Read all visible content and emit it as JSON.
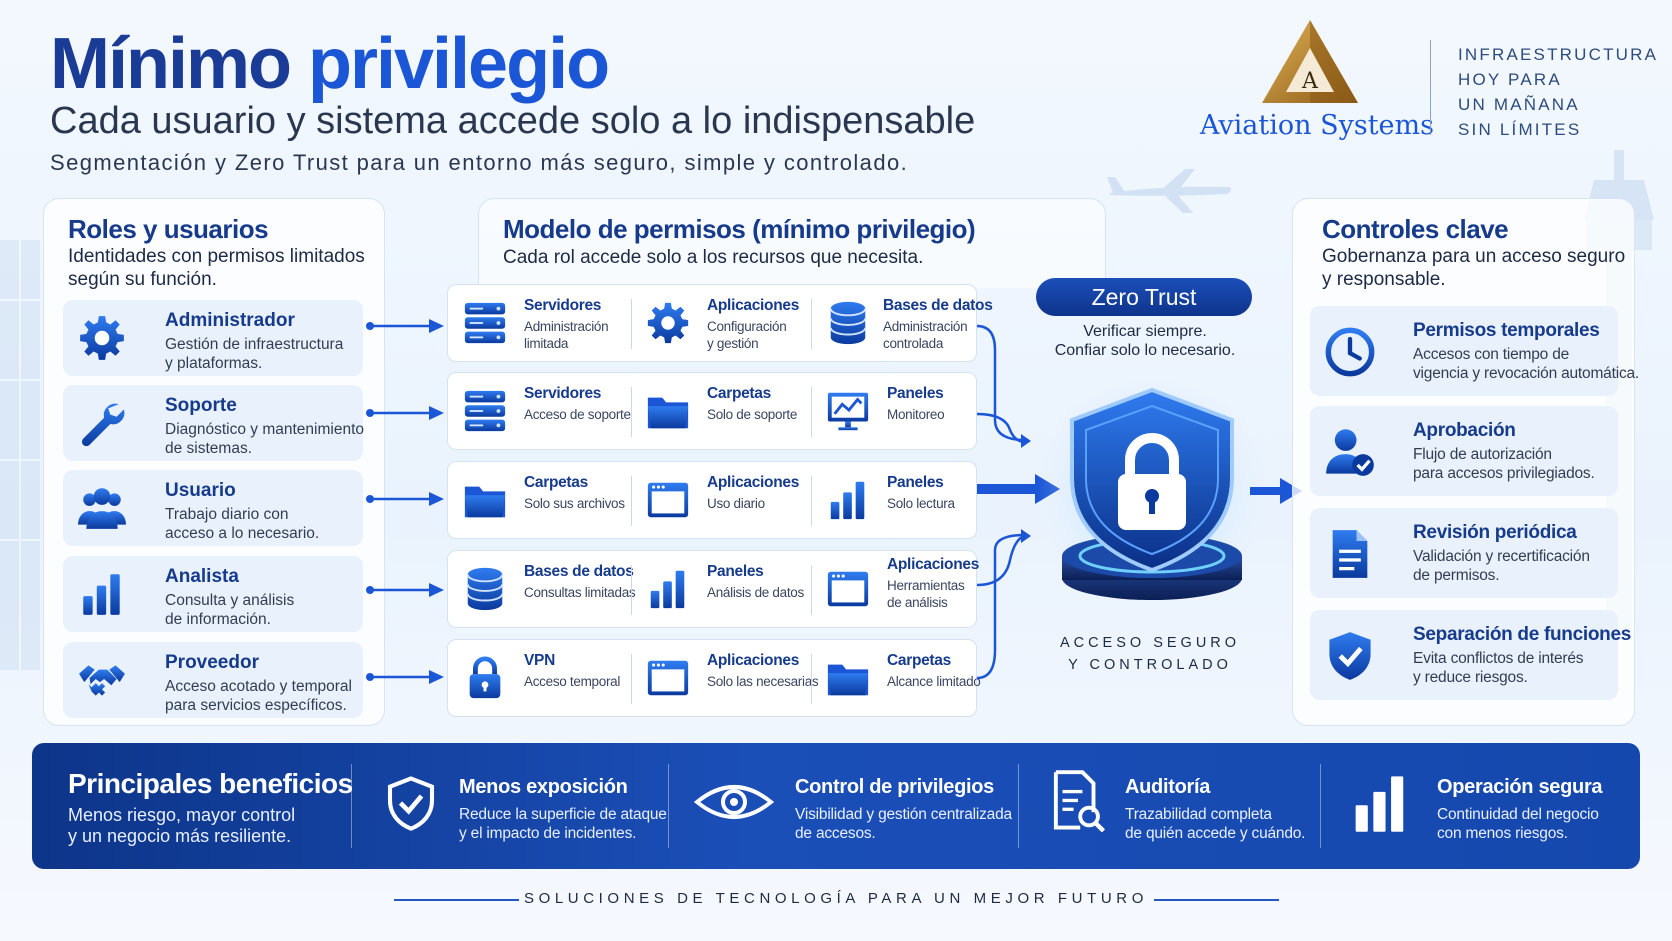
{
  "header": {
    "title_part1": "Mínimo",
    "title_part2": "privilegio",
    "subtitle": "Cada usuario y sistema accede solo a lo indispensable",
    "tagline": "Segmentación y Zero Trust para un entorno más seguro, simple y controlado."
  },
  "brand": {
    "logo_letter": "A",
    "name": "Aviation Systems",
    "tagline_lines": [
      "INFRAESTRUCTURA",
      "HOY PARA",
      "UN MAÑANA",
      "SIN LÍMITES"
    ]
  },
  "roles": {
    "title": "Roles y usuarios",
    "subtitle": "Identidades con permisos limitados según su función.",
    "items": [
      {
        "icon": "gear-icon",
        "name": "Administrador",
        "desc1": "Gestión de infraestructura",
        "desc2": "y plataformas."
      },
      {
        "icon": "wrench-icon",
        "name": "Soporte",
        "desc1": "Diagnóstico y mantenimiento",
        "desc2": "de sistemas."
      },
      {
        "icon": "users-icon",
        "name": "Usuario",
        "desc1": "Trabajo diario con",
        "desc2": "acceso a lo necesario."
      },
      {
        "icon": "bar-chart-icon",
        "name": "Analista",
        "desc1": "Consulta y análisis",
        "desc2": "de información."
      },
      {
        "icon": "handshake-icon",
        "name": "Proveedor",
        "desc1": "Acceso acotado y temporal",
        "desc2": "para servicios específicos."
      }
    ]
  },
  "permissions": {
    "title": "Modelo de permisos (mínimo privilegio)",
    "subtitle": "Cada rol accede solo a los recursos que necesita.",
    "rows": [
      [
        {
          "icon": "server-icon",
          "title": "Servidores",
          "desc1": "Administración",
          "desc2": "limitada"
        },
        {
          "icon": "gear-icon",
          "title": "Aplicaciones",
          "desc1": "Configuración",
          "desc2": "y gestión"
        },
        {
          "icon": "database-icon",
          "title": "Bases de datos",
          "desc1": "Administración",
          "desc2": "controlada"
        }
      ],
      [
        {
          "icon": "server-icon",
          "title": "Servidores",
          "desc1": "Acceso de soporte",
          "desc2": ""
        },
        {
          "icon": "folder-icon",
          "title": "Carpetas",
          "desc1": "Solo de soporte",
          "desc2": ""
        },
        {
          "icon": "monitor-icon",
          "title": "Paneles",
          "desc1": "Monitoreo",
          "desc2": ""
        }
      ],
      [
        {
          "icon": "folder-icon",
          "title": "Carpetas",
          "desc1": "Solo sus archivos",
          "desc2": ""
        },
        {
          "icon": "app-window-icon",
          "title": "Aplicaciones",
          "desc1": "Uso diario",
          "desc2": ""
        },
        {
          "icon": "bar-chart-icon",
          "title": "Paneles",
          "desc1": "Solo lectura",
          "desc2": ""
        }
      ],
      [
        {
          "icon": "database-icon",
          "title": "Bases de datos",
          "desc1": "Consultas limitadas",
          "desc2": ""
        },
        {
          "icon": "bar-chart-icon",
          "title": "Paneles",
          "desc1": "Análisis de datos",
          "desc2": ""
        },
        {
          "icon": "app-window-icon",
          "title": "Aplicaciones",
          "desc1": "Herramientas",
          "desc2": "de análisis"
        }
      ],
      [
        {
          "icon": "lock-icon",
          "title": "VPN",
          "desc1": "Acceso temporal",
          "desc2": ""
        },
        {
          "icon": "app-window-icon",
          "title": "Aplicaciones",
          "desc1": "Solo las necesarias",
          "desc2": ""
        },
        {
          "icon": "folder-icon",
          "title": "Carpetas",
          "desc1": "Alcance limitado",
          "desc2": ""
        }
      ]
    ]
  },
  "zero_trust": {
    "label": "Zero Trust",
    "note1": "Verificar siempre.",
    "note2": "Confiar solo lo necesario.",
    "caption1": "ACCESO SEGURO",
    "caption2": "Y CONTROLADO"
  },
  "controls": {
    "title": "Controles clave",
    "subtitle": "Gobernanza para un acceso seguro y responsable.",
    "items": [
      {
        "icon": "clock-icon",
        "title": "Permisos temporales",
        "desc1": "Accesos con tiempo de",
        "desc2": "vigencia y revocación automática."
      },
      {
        "icon": "user-check-icon",
        "title": "Aprobación",
        "desc1": "Flujo de autorización",
        "desc2": "para accesos privilegiados."
      },
      {
        "icon": "document-icon",
        "title": "Revisión periódica",
        "desc1": "Validación y recertificación",
        "desc2": "de permisos."
      },
      {
        "icon": "shield-check-icon",
        "title": "Separación de funciones",
        "desc1": "Evita conflictos de interés",
        "desc2": "y reduce riesgos."
      }
    ]
  },
  "benefits": {
    "title": "Principales beneficios",
    "subtitle1": "Menos riesgo, mayor control",
    "subtitle2": "y un negocio más resiliente.",
    "items": [
      {
        "icon": "shield-check-icon",
        "title": "Menos exposición",
        "desc1": "Reduce la superficie de ataque",
        "desc2": "y el impacto de incidentes."
      },
      {
        "icon": "eye-icon",
        "title": "Control de privilegios",
        "desc1": "Visibilidad y gestión centralizada",
        "desc2": "de accesos."
      },
      {
        "icon": "audit-document-icon",
        "title": "Auditoría",
        "desc1": "Trazabilidad completa",
        "desc2": "de quién accede y cuándo."
      },
      {
        "icon": "bar-chart-icon",
        "title": "Operación segura",
        "desc1": "Continuidad del negocio",
        "desc2": "con menos riesgos."
      }
    ]
  },
  "footer": {
    "text": "SOLUCIONES DE TECNOLOGÍA PARA UN MEJOR FUTURO"
  },
  "colors": {
    "primary": "#1a3c96",
    "accent": "#1b56d6",
    "band": "#0d3589",
    "icon_gradient_top": "#2f7cf0",
    "icon_gradient_bottom": "#0b3a9e",
    "brand_gold": "#c08a2a"
  }
}
